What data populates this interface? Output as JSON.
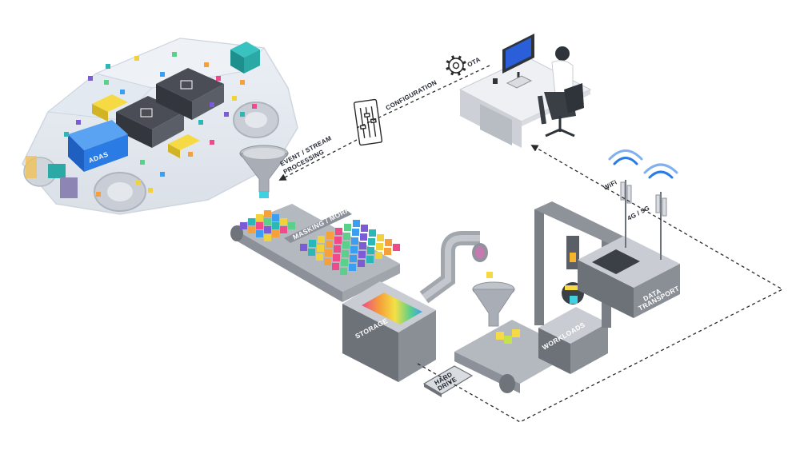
{
  "labels": {
    "adas": "ADAS",
    "event_stream_line1": "EVENT / STREAM",
    "event_stream_line2": "PROCESSING",
    "configuration": "CONFIGURATION",
    "ota": "OTA",
    "wifi": "WiFi",
    "cellular": "4G / 5G",
    "data_transport_line1": "DATA",
    "data_transport_line2": "TRANSPORT",
    "workloads": "WORKLOADS",
    "storage": "STORAGE",
    "hard_drive_line1": "HARD",
    "hard_drive_line2": "DRIVE",
    "conveyor_belt": "MASKING / MORPHOLOGY"
  },
  "icons": {
    "configuration": "sliders-icon",
    "ota": "gear-icon",
    "wifi": "wifi-signal-icon",
    "cellular": "cell-tower-icon"
  },
  "colors": {
    "accent_blue": "#2b7be4",
    "machine_gray": "#8c8f96",
    "cube_yellow": "#f2d23a",
    "cube_purple": "#7c5cd6",
    "cube_teal": "#2ab7b5"
  }
}
